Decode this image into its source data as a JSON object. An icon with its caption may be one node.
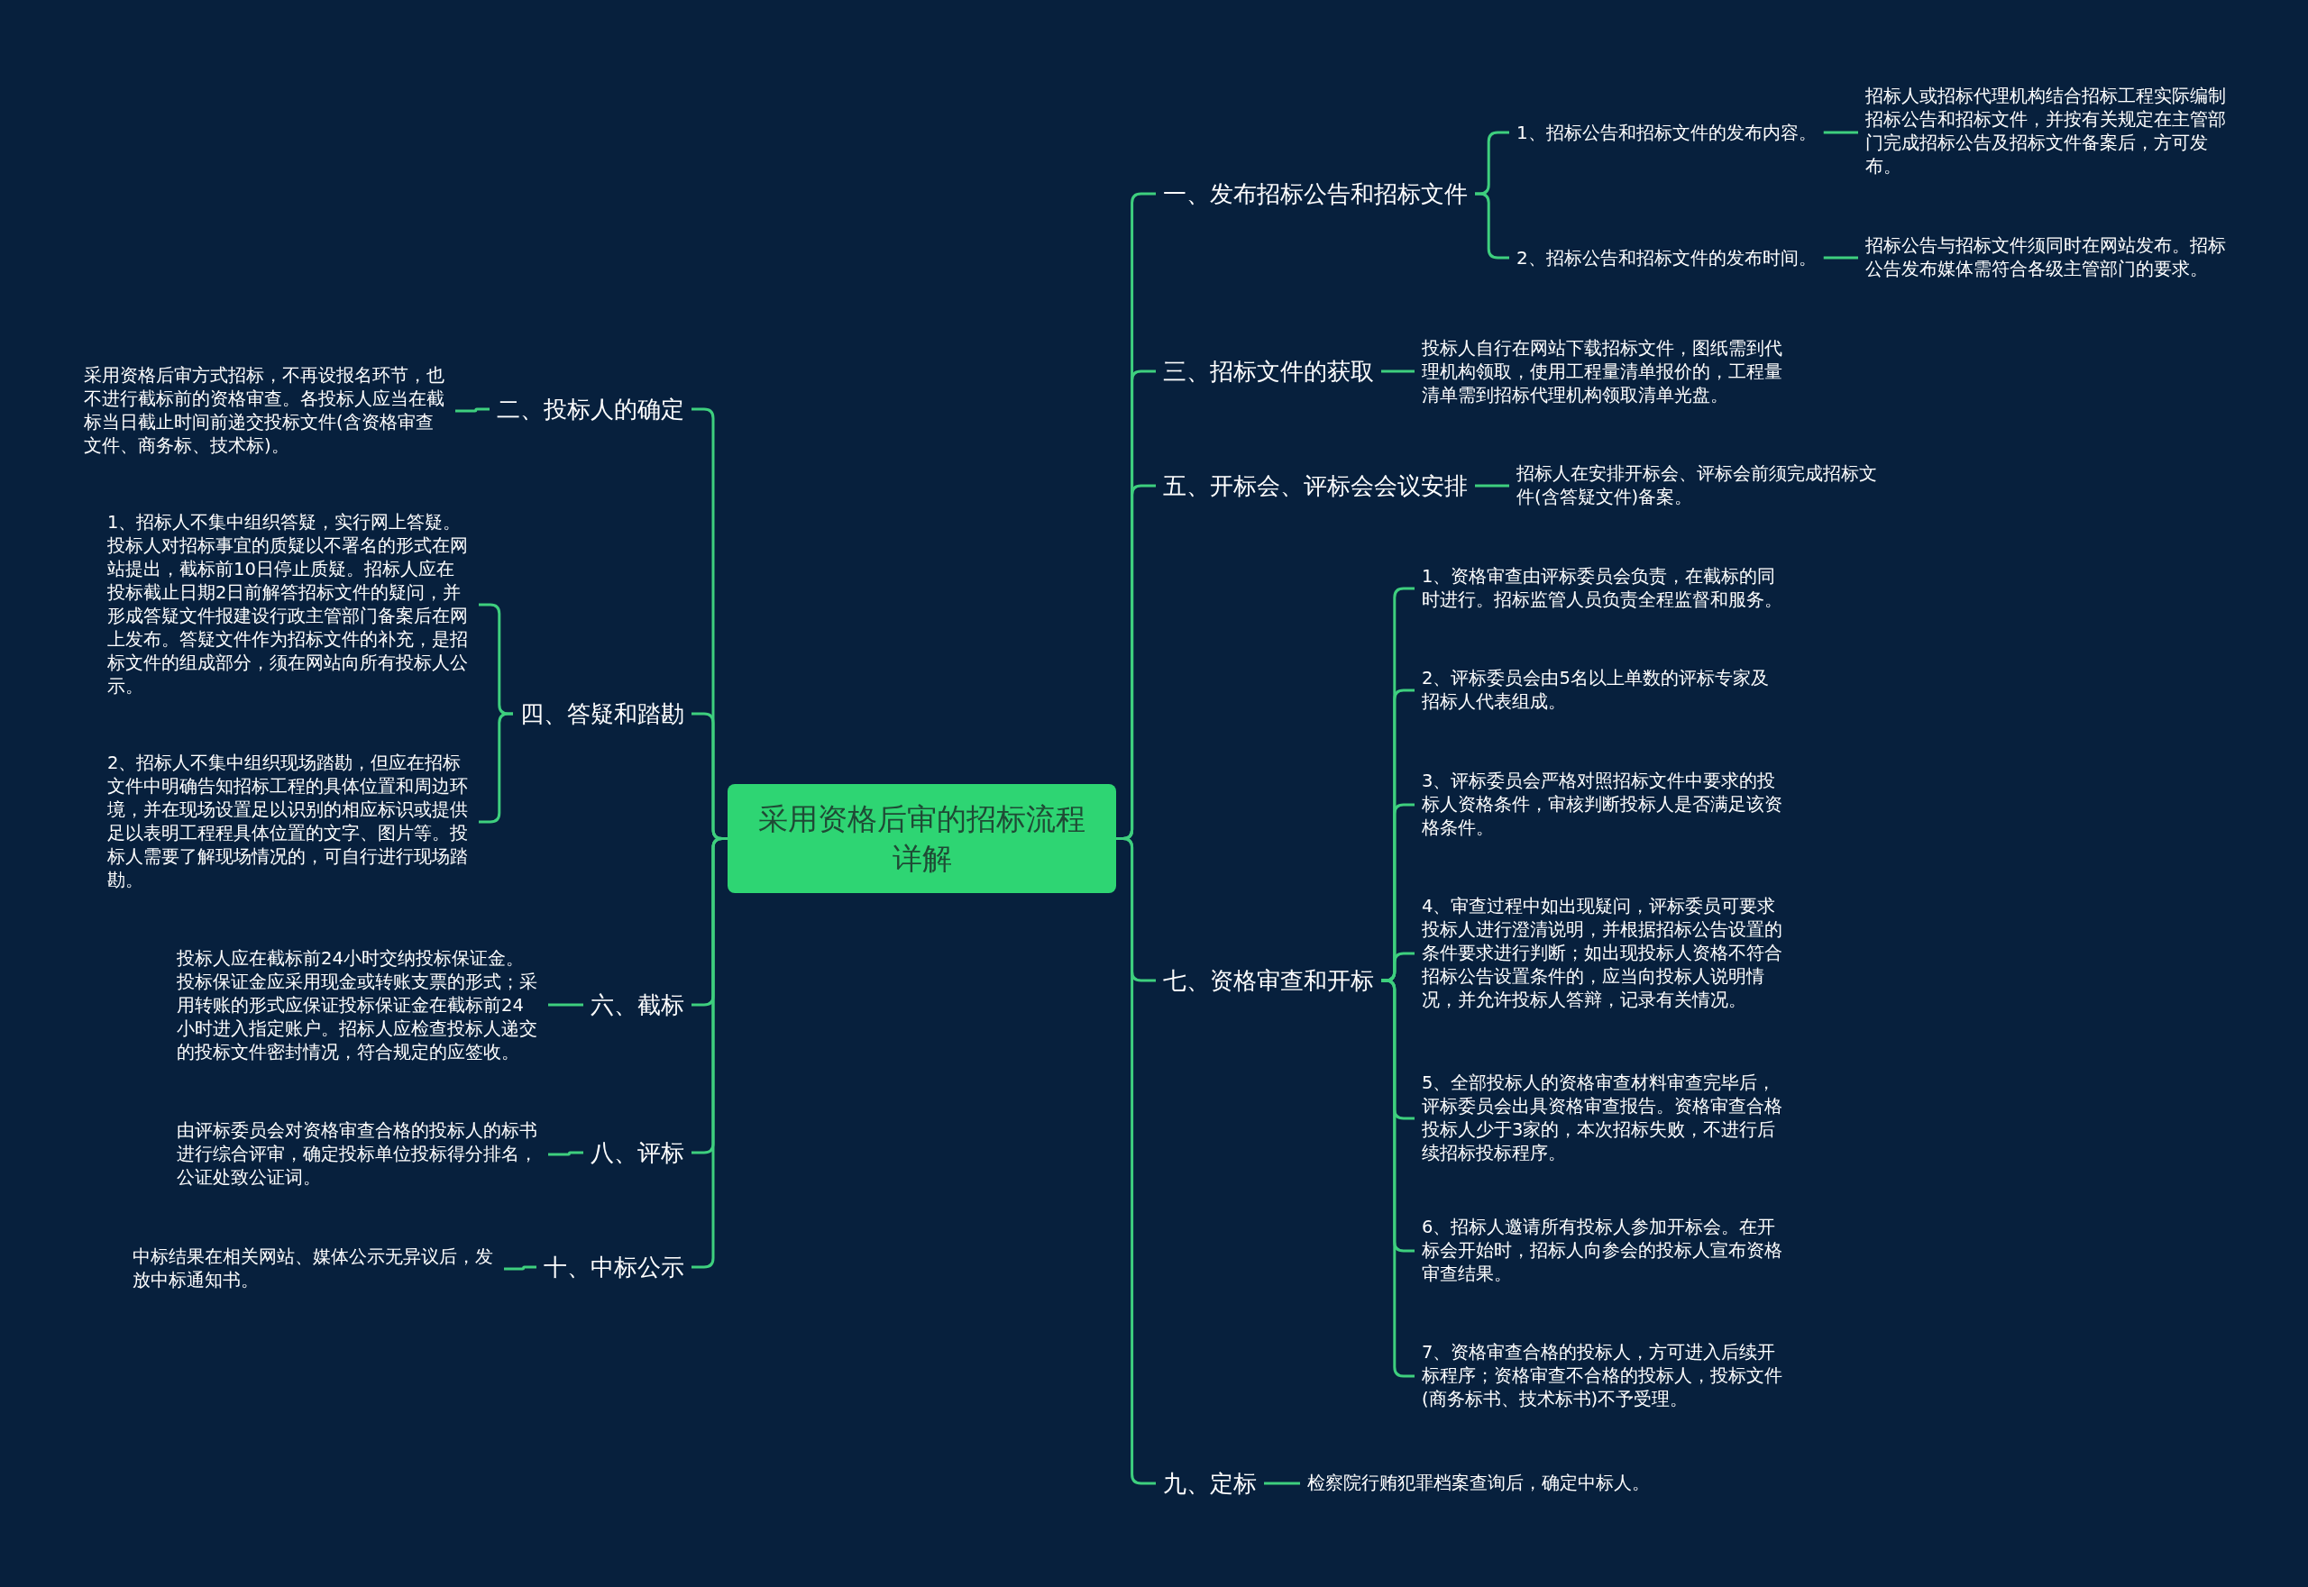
{
  "diagram": {
    "nodes": [
      {
        "text": [
          "采用资格后审的招标流程详解"
        ]
      },
      {
        "text": [
          "一、发布招标公告和招标文件"
        ]
      },
      {
        "text": [
          "1、招标公告和招标文件的发布内容。"
        ]
      },
      {
        "text": [
          "招标人或招标代理机构结合招标工程实际编制招标公告和招标文件，并按有关规定在主管部门完成招标公告及招标文件备案后，方可发布。"
        ]
      },
      {
        "text": [
          "2、招标公告和招标文件的发布时间。"
        ]
      },
      {
        "text": [
          "招标公告与招标文件须同时在网站发布。招标公告发布媒体需符合各级主管部门的要求。"
        ]
      },
      {
        "text": [
          "三、招标文件的获取"
        ]
      },
      {
        "text": [
          "投标人自行在网站下载招标文件，图纸需到代理机构领取，使用工程量清单报价的，工程量清单需到招标代理机构领取清单光盘。"
        ]
      },
      {
        "text": [
          "五、开标会、评标会会议安排"
        ]
      },
      {
        "text": [
          "招标人在安排开标会、评标会前须完成招标文件(含答疑文件)备案。"
        ]
      },
      {
        "text": [
          "七、资格审查和开标"
        ]
      },
      {
        "text": [
          "1、资格审查由评标委员会负责，在截标的同时进行。招标监管人员负责全程监督和服务。"
        ]
      },
      {
        "text": [
          "2、评标委员会由5名以上单数的评标专家及招标人代表组成。"
        ]
      },
      {
        "text": [
          "3、评标委员会严格对照招标文件中要求的投标人资格条件，审核判断投标人是否满足该资格条件。"
        ]
      },
      {
        "text": [
          "4、审查过程中如出现疑问，评标委员可要求投标人进行澄清说明，并根据招标公告设置的条件要求进行判断；如出现投标人资格不符合招标公告设置条件的，应当向投标人说明情况，并允许投标人答辩，记录有关情况。"
        ]
      },
      {
        "text": [
          "5、全部投标人的资格审查材料审查完毕后，评标委员会出具资格审查报告。资格审查合格投标人少于3家的，本次招标失败，不进行后续招标投标程序。"
        ]
      },
      {
        "text": [
          "6、招标人邀请所有投标人参加开标会。在开标会开始时，招标人向参会的投标人宣布资格审查结果。"
        ]
      },
      {
        "text": [
          "7、资格审查合格的投标人，方可进入后续开标程序；资格审查不合格的投标人，投标文件(商务标书、技术标书)不予受理。"
        ]
      },
      {
        "text": [
          "九、定标"
        ]
      },
      {
        "text": [
          "检察院行贿犯罪档案查询后，确定中标人。"
        ]
      },
      {
        "text": [
          "二、投标人的确定"
        ]
      },
      {
        "text": [
          "采用资格后审方式招标，不再设报名环节，也不进行截标前的资格审查。各投标人应当在截标当日截止时间前递交投标文件(含资格审查文件、商务标、技术标)。"
        ]
      },
      {
        "text": [
          "四、答疑和踏勘"
        ]
      },
      {
        "text": [
          "1、招标人不集中组织答疑，实行网上答疑。投标人对招标事宜的质疑以不署名的形式在网站提出，截标前10日停止质疑。招标人应在投标截止日期2日前解答招标文件的疑问，并形成答疑文件报建设行政主管部门备案后在网上发布。答疑文件作为招标文件的补充，是招标文件的组成部分，须在网站向所有投标人公示。"
        ]
      },
      {
        "text": [
          "2、招标人不集中组织现场踏勘，但应在招标文件中明确告知招标工程的具体位置和周边环境，并在现场设置足以识别的相应标识或提供足以表明工程程具体位置的文字、图片等。投标人需要了解现场情况的，可自行进行现场踏勘。"
        ]
      },
      {
        "text": [
          "六、截标"
        ]
      },
      {
        "text": [
          "投标人应在截标前24小时交纳投标保证金。投标保证金应采用现金或转账支票的形式；采用转账的形式应保证投标保证金在截标前24小时进入指定账户。招标人应检查投标人递交的投标文件密封情况，符合规定的应签收。"
        ]
      },
      {
        "text": [
          "八、评标"
        ]
      },
      {
        "text": [
          "由评标委员会对资格审查合格的投标人的标书进行综合评审，确定投标单位投标得分排名，公证处致公证词。"
        ]
      },
      {
        "text": [
          "十、中标公示"
        ]
      },
      {
        "text": [
          "中标结果在相关网站、媒体公示无异议后，发放中标通知书。"
        ]
      }
    ],
    "edges": [
      {
        "from": 0,
        "to": 1,
        "arrow": "none"
      },
      {
        "from": 0,
        "to": 6,
        "arrow": "none"
      },
      {
        "from": 0,
        "to": 8,
        "arrow": "none"
      },
      {
        "from": 0,
        "to": 10,
        "arrow": "none"
      },
      {
        "from": 0,
        "to": 18,
        "arrow": "none"
      },
      {
        "from": 0,
        "to": 20,
        "arrow": "none"
      },
      {
        "from": 0,
        "to": 22,
        "arrow": "none"
      },
      {
        "from": 0,
        "to": 25,
        "arrow": "none"
      },
      {
        "from": 0,
        "to": 27,
        "arrow": "none"
      },
      {
        "from": 0,
        "to": 29,
        "arrow": "none"
      },
      {
        "from": 1,
        "to": 2,
        "arrow": "none"
      },
      {
        "from": 2,
        "to": 3,
        "arrow": "none"
      },
      {
        "from": 1,
        "to": 4,
        "arrow": "none"
      },
      {
        "from": 4,
        "to": 5,
        "arrow": "none"
      },
      {
        "from": 6,
        "to": 7,
        "arrow": "none"
      },
      {
        "from": 8,
        "to": 9,
        "arrow": "none"
      },
      {
        "from": 10,
        "to": 11,
        "arrow": "none"
      },
      {
        "from": 10,
        "to": 12,
        "arrow": "none"
      },
      {
        "from": 10,
        "to": 13,
        "arrow": "none"
      },
      {
        "from": 10,
        "to": 14,
        "arrow": "none"
      },
      {
        "from": 10,
        "to": 15,
        "arrow": "none"
      },
      {
        "from": 10,
        "to": 16,
        "arrow": "none"
      },
      {
        "from": 10,
        "to": 17,
        "arrow": "none"
      },
      {
        "from": 18,
        "to": 19,
        "arrow": "none"
      },
      {
        "from": 20,
        "to": 21,
        "arrow": "none"
      },
      {
        "from": 22,
        "to": 23,
        "arrow": "none"
      },
      {
        "from": 22,
        "to": 24,
        "arrow": "none"
      },
      {
        "from": 25,
        "to": 26,
        "arrow": "none"
      },
      {
        "from": 27,
        "to": 28,
        "arrow": "none"
      },
      {
        "from": 29,
        "to": 30,
        "arrow": "none"
      }
    ]
  }
}
